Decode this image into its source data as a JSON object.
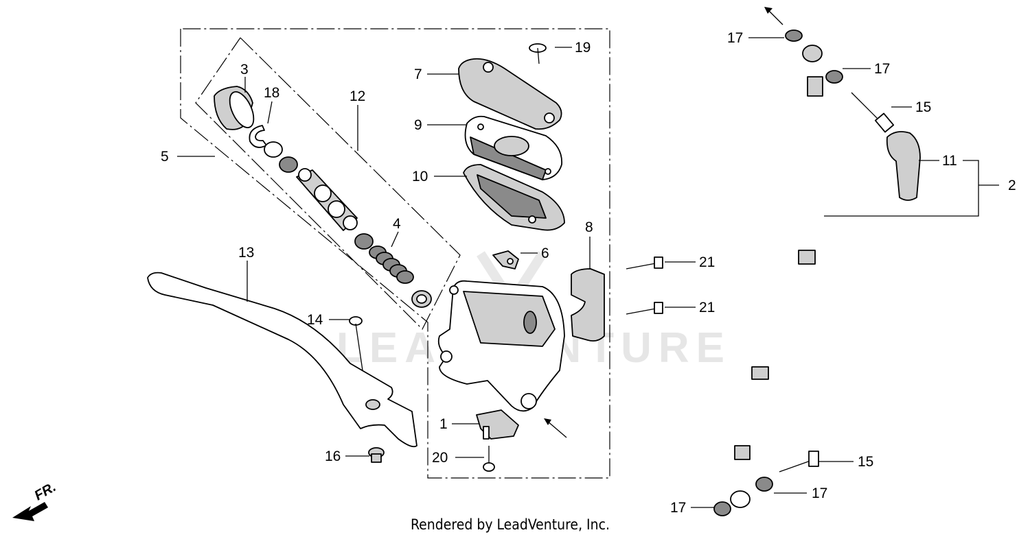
{
  "callouts": {
    "c1": "1",
    "c2": "2",
    "c3": "3",
    "c4": "4",
    "c5": "5",
    "c6": "6",
    "c7": "7",
    "c8": "8",
    "c9": "9",
    "c10": "10",
    "c11": "11",
    "c12": "12",
    "c13": "13",
    "c14": "14",
    "c15a": "15",
    "c15b": "15",
    "c16": "16",
    "c17a": "17",
    "c17b": "17",
    "c17c": "17",
    "c17d": "17",
    "c18": "18",
    "c19": "19",
    "c20": "20",
    "c21a": "21",
    "c21b": "21"
  },
  "direction_label": "FR.",
  "watermark": "LEADVENTURE",
  "footer": "Rendered by LeadVenture, Inc."
}
